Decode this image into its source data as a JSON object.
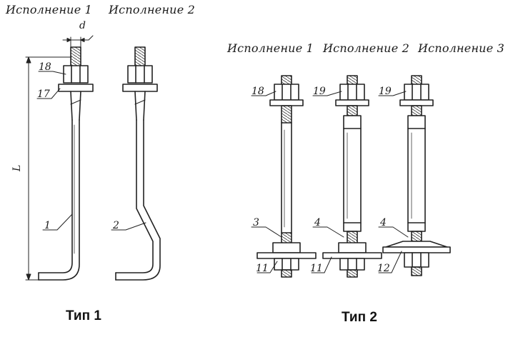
{
  "type1": {
    "headers": [
      "Исполнение 1",
      "Исполнение 2"
    ],
    "caption": "Тип 1",
    "dims": {
      "diameter": "d",
      "length": "L"
    },
    "callouts": [
      "18",
      "17",
      "1",
      "2"
    ]
  },
  "type2": {
    "headers": [
      "Исполнение 1",
      "Исполнение 2",
      "Исполнение 3"
    ],
    "caption": "Тип 2",
    "callouts": [
      "18",
      "19",
      "19",
      "3",
      "4",
      "4",
      "11",
      "11",
      "12"
    ]
  }
}
